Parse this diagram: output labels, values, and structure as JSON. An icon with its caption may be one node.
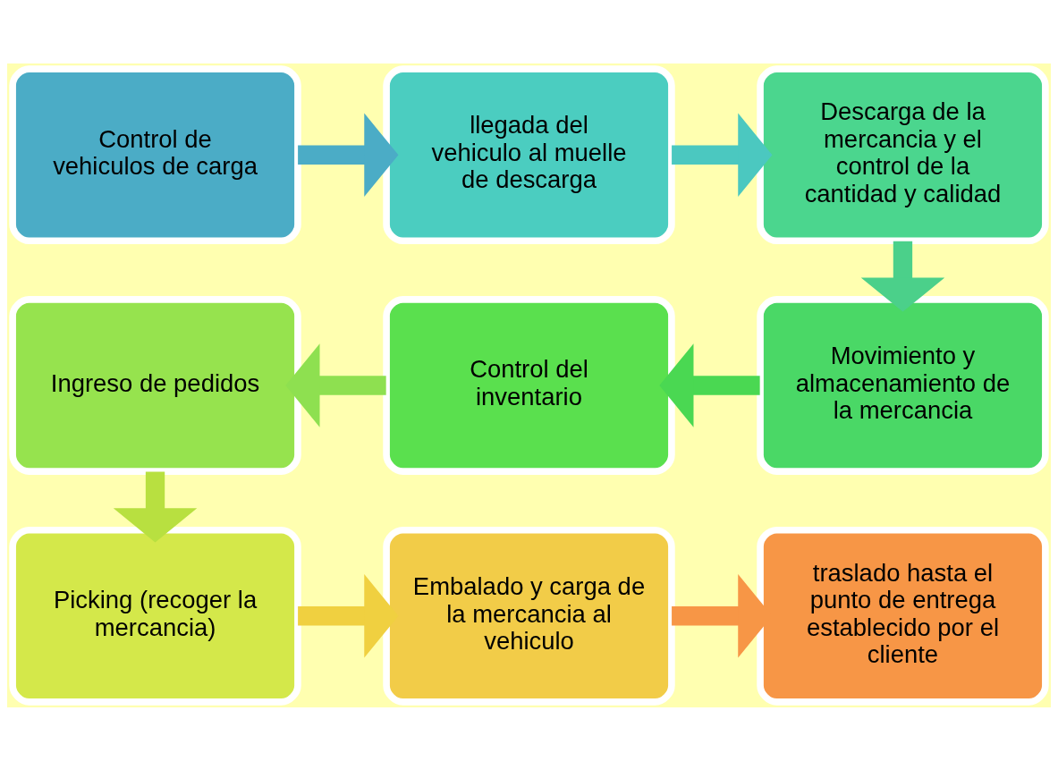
{
  "diagram": {
    "nodes": [
      {
        "text": [
          "Control de vehiculos de carga"
        ]
      },
      {
        "text": [
          "llegada del vehiculo al muelle de descarga"
        ]
      },
      {
        "text": [
          "Descarga de la mercancia y el control de la cantidad y calidad"
        ]
      },
      {
        "text": [
          "Movimiento y almacenamiento de la mercancia"
        ]
      },
      {
        "text": [
          "Control del inventario"
        ]
      },
      {
        "text": [
          "Ingreso de pedidos"
        ]
      },
      {
        "text": [
          "Picking (recoger la mercancia)"
        ]
      },
      {
        "text": [
          "Embalado y carga de la mercancia al vehiculo"
        ]
      },
      {
        "text": [
          "traslado hasta el punto de entrega establecido por el cliente"
        ]
      }
    ],
    "edges": [
      {
        "from": 0,
        "to": 1,
        "arrow": "to",
        "color": "#4bacc6"
      },
      {
        "from": 1,
        "to": 2,
        "arrow": "to",
        "color": "#4bc8c0"
      },
      {
        "from": 2,
        "to": 3,
        "arrow": "to",
        "color": "#4bd08a"
      },
      {
        "from": 3,
        "to": 4,
        "arrow": "to",
        "color": "#4ad852"
      },
      {
        "from": 4,
        "to": 5,
        "arrow": "to",
        "color": "#8ee050"
      },
      {
        "from": 5,
        "to": 6,
        "arrow": "to",
        "color": "#b8e040"
      },
      {
        "from": 6,
        "to": 7,
        "arrow": "to",
        "color": "#f0d040"
      },
      {
        "from": 7,
        "to": 8,
        "arrow": "to",
        "color": "#f79646"
      }
    ]
  }
}
